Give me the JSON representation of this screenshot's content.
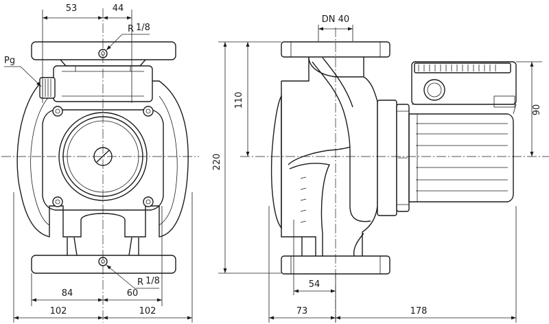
{
  "front_view": {
    "dim_top_left": "53",
    "dim_top_right": "44",
    "thread_top": "R",
    "thread_top_fraction": "1/8",
    "pg_label": "Pg",
    "thread_bottom": "R",
    "thread_bottom_fraction": "1/8",
    "dim_bottom_left_inner": "84",
    "dim_bottom_right_inner": "60",
    "dim_bottom_left_outer": "102",
    "dim_bottom_right_outer": "102"
  },
  "side_view": {
    "nominal_diameter": "DN 40",
    "dim_height_110": "110",
    "dim_height_220": "220",
    "dim_height_90": "90",
    "dim_bottom_54": "54",
    "dim_bottom_73": "73",
    "dim_bottom_178": "178"
  }
}
